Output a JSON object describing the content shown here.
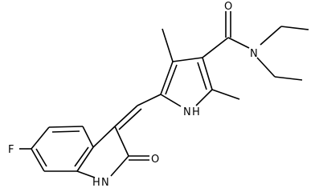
{
  "atoms": {
    "fluorine": "F",
    "indole_nh": "H",
    "indole_n": "N",
    "lactam_o": "O",
    "pyrrole_n": "N",
    "pyrrole_h": "H",
    "amide_o": "O",
    "amide_n": "N"
  }
}
